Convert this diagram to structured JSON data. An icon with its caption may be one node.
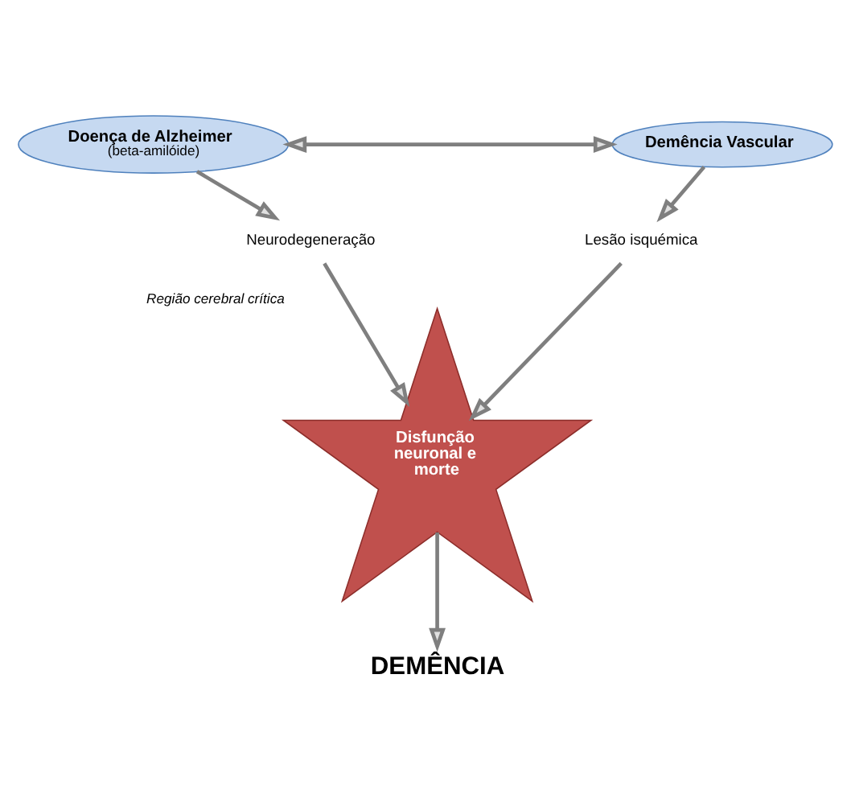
{
  "diagram": {
    "nodes": [
      {
        "text": [
          "Doença de Alzheimer",
          "(beta-amilóide)"
        ]
      },
      {
        "text": [
          "Demência Vascular"
        ]
      },
      {
        "text": [
          "Neurodegeneração"
        ]
      },
      {
        "text": [
          "Lesão isquémica"
        ]
      },
      {
        "text": [
          "Disfunção neuronal e morte"
        ],
        "beside": [
          "Região cerebral crítica"
        ]
      },
      {
        "text": [
          "DEMÊNCIA"
        ]
      }
    ],
    "edges": [
      {
        "from": 0,
        "to": 1,
        "arrow": "both"
      },
      {
        "from": 0,
        "to": 2,
        "arrow": "to"
      },
      {
        "from": 1,
        "to": 3,
        "arrow": "to"
      },
      {
        "from": 2,
        "to": 4,
        "arrow": "to"
      },
      {
        "from": 3,
        "to": 4,
        "arrow": "to"
      },
      {
        "from": 4,
        "to": 5,
        "arrow": "to"
      }
    ]
  }
}
